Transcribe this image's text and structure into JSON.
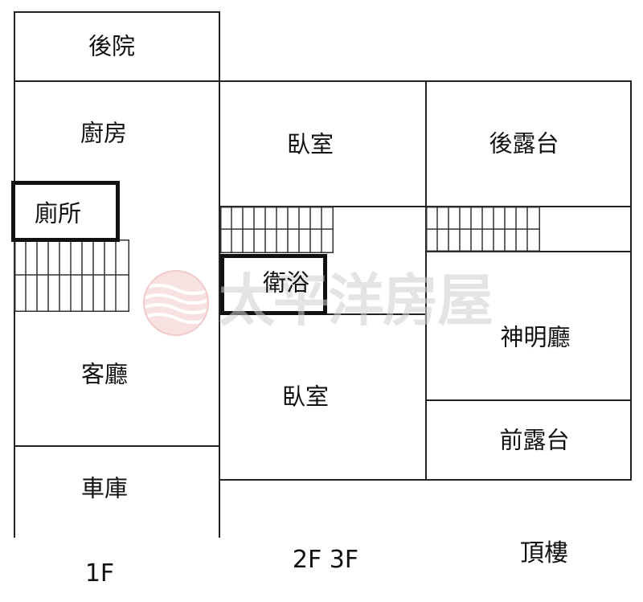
{
  "rooms": {
    "backyard": "後院",
    "kitchen": "廚房",
    "toilet": "廁所",
    "living_room": "客廳",
    "garage": "車庫",
    "bedroom_top": "臥室",
    "bathroom": "衛浴",
    "bedroom_bottom": "臥室",
    "rear_balcony": "後露台",
    "shrine_hall": "神明廳",
    "front_balcony": "前露台"
  },
  "floors": {
    "first": "1F",
    "second_third": "2F 3F",
    "rooftop": "頂樓"
  },
  "watermark": {
    "text": "太平洋房屋",
    "color": "#e8a0a0"
  }
}
